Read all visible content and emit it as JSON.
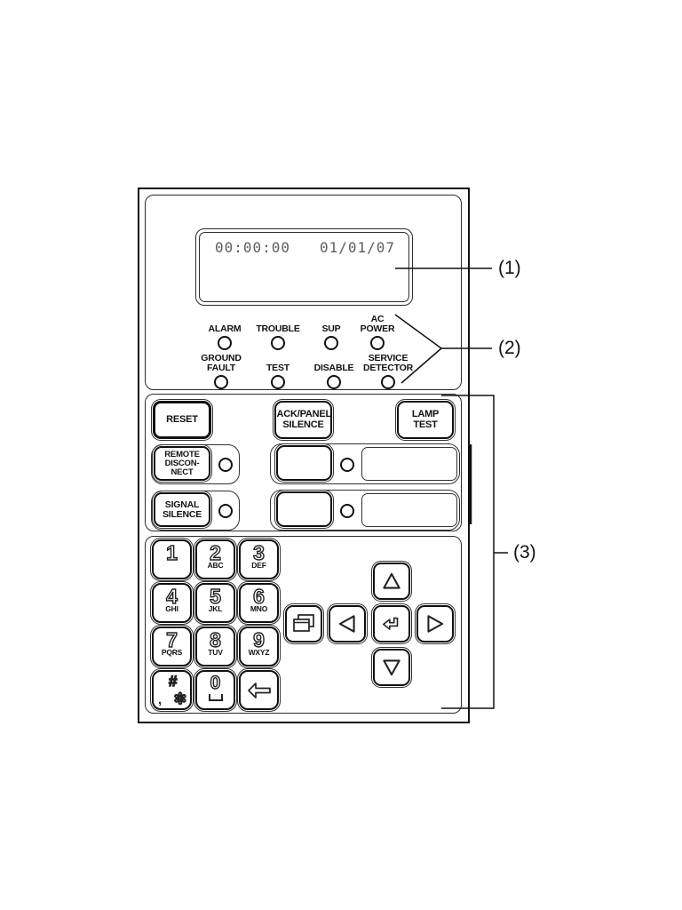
{
  "colors": {
    "line": "#111111",
    "lcd_text": "#5e5e5e",
    "background": "#ffffff"
  },
  "device": {
    "display": {
      "time": "00:00:00",
      "date": "01/01/07"
    },
    "leds": {
      "row1": [
        {
          "label": "ALARM"
        },
        {
          "label": "TROUBLE"
        },
        {
          "label": "SUP"
        },
        {
          "label": "AC POWER"
        }
      ],
      "row2": [
        {
          "label": "GROUND FAULT"
        },
        {
          "label": "TEST"
        },
        {
          "label": "DISABLE"
        },
        {
          "label": "SERVICE DETECTOR"
        }
      ]
    },
    "buttons": {
      "reset": "RESET",
      "ack_panel_silence": "ACK/PANEL SILENCE",
      "lamp_test": "LAMP TEST",
      "remote_disconnect": "REMOTE DISCON-NECT",
      "signal_silence": "SIGNAL SILENCE"
    },
    "keypad": {
      "keys": [
        {
          "digit": "1",
          "sub": ""
        },
        {
          "digit": "2",
          "sub": "ABC"
        },
        {
          "digit": "3",
          "sub": "DEF"
        },
        {
          "digit": "4",
          "sub": "GHI"
        },
        {
          "digit": "5",
          "sub": "JKL"
        },
        {
          "digit": "6",
          "sub": "MNO"
        },
        {
          "digit": "7",
          "sub": "PQRS"
        },
        {
          "digit": "8",
          "sub": "TUV"
        },
        {
          "digit": "9",
          "sub": "WXYZ"
        }
      ],
      "hash_key": {
        "hash": "#",
        "comma": ",",
        "star": "✻"
      },
      "zero_key": {
        "digit": "0",
        "space_symbol": "open-box"
      },
      "icons": [
        "backspace-icon",
        "menu-pages-icon",
        "left-arrow-icon",
        "enter-icon",
        "right-arrow-icon",
        "up-arrow-icon",
        "down-arrow-icon"
      ]
    }
  },
  "callouts": {
    "display_ref": "(1)",
    "leds_ref": "(2)",
    "controls_ref": "(3)"
  }
}
